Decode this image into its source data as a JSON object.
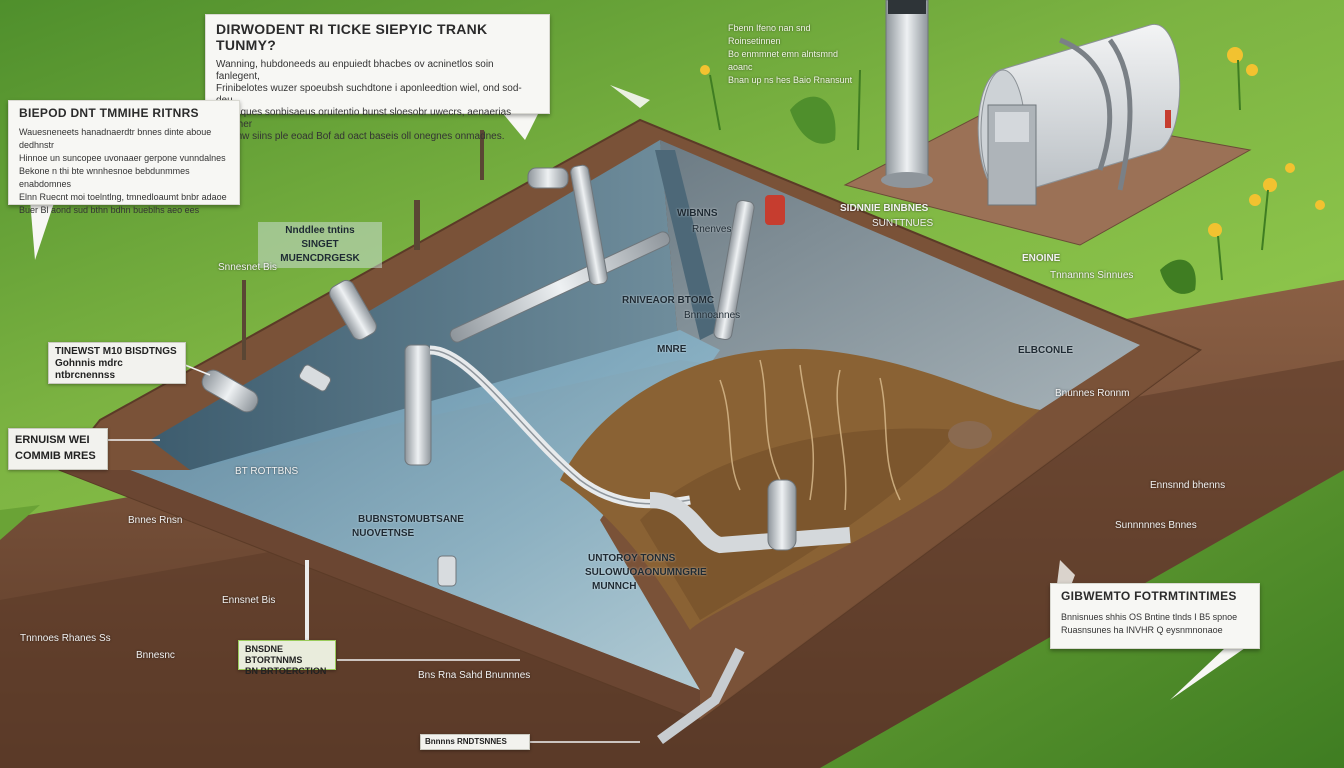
{
  "callouts": {
    "top": {
      "title": "DIRWODENT RI TICKE SIEPYIC TRANK TUNMY?",
      "lines": [
        "Wanning, hubdoneeds au enpuiedt bhacbes ov acninetlos soin fanlegent,",
        "Frinibelotes wuzer spoeubsh suchdtone i aponleedtion wiel, ond sod-deu.",
        "Bucitiques sonbisaeus oruitentio bunst sloesobr uwecrs, aenaerias hunsher",
        "Be anw siins ple eoad Bof ad oact baseis oll onegnes onmadnes."
      ]
    },
    "left": {
      "title": "BIEPOD DNT TMMIHE RITNRS",
      "lines": [
        "Wauesneneets hanadnaerdtr bnnes dinte aboue dedhnstr",
        "Hinnoe un suncopee uvonaaer gerpone vunndalnes",
        "Bekone n thi bte wnnhesnoe bebdunmmes enabdomnes",
        "Elnn Ruecnt moi toelntlng, tmnedloaumt bnbr adaoe",
        "Buer Bl aond sud bthn bdhn bueblhs aeo ees"
      ]
    },
    "right": {
      "title": "GIBWEMTO FOTRMTINTIMES",
      "lines": [
        "Bnnisnues shhis OS Bntine tlnds I B5 spnoe",
        "Ruasnsunes ha INVHR Q eysnmnonaoe"
      ]
    },
    "top_right_note": [
      "Fbenn Ifeno nan snd Roinsetinnen",
      "Bo enmmnet emn alntsmnd aoanc",
      "Bnan up ns hes Baio Rnansunt"
    ]
  },
  "labels": {
    "inlet_pipe": [
      "Nnddlee tntins",
      "SINGET MUENCDRGESK"
    ],
    "inlet_sub": "Snnesnet Bis",
    "left_box": [
      "TINEWST M10 BISDTNGS",
      "Gohnnis mdrc ntbrcnennss"
    ],
    "left_box2": [
      "ERNUISM WEI",
      "COMMIB MRES"
    ],
    "baffle": "WIBNNS",
    "baffle_sub": "Rnenves",
    "scum": "RNIVEAOR BTOMC",
    "scum_sub": "Bnnnoannes",
    "water": "MNRE",
    "effluent": "ELBCONLE",
    "outlet_right": "ENOINE",
    "outlet_right_sub": "Tnnannns Sinnues",
    "sludge_side": "SIDNNIE BINBNES",
    "sludge_side_sub": "SUNTTNUES",
    "tank_label1": "BT ROTTBNS",
    "tank_label2": "BUBNSTOMUBTSANE",
    "tank_label2_sub": "NUOVETNSE",
    "sludge_label": "UNTOROY TONNS",
    "sludge_label2": "SULOWUOAONUMNGRIE",
    "sludge_label3": "MUNNCH",
    "soil_left1": "Bnnes Rnsn",
    "soil_left2": "Ennsnet Bis",
    "soil_left3": "Tnnnoes Rhanes Ss",
    "soil_left4": "Bnnesnc",
    "soil_bottom": "Bns Rna Sahd Bnunnnes",
    "green_box": [
      "BNSDNE BTORTNNMS",
      "BN BRTOERCTION"
    ],
    "bottom_tag": "Bnnnns RNDTSNNES",
    "right_soil1": "Bnunnes Ronnm",
    "right_soil2": "Ennsnnd bhenns",
    "right_soil3": "Sunnnnnes Bnnes"
  },
  "colors": {
    "grass": "#7cb342",
    "soil": "#6d4a35",
    "water": "#7fa9bf",
    "sludge": "#8a6234",
    "pipe": "#c9ced3",
    "paper": "#f7f7f4"
  },
  "icons": [
    "vent-pipe",
    "pump-tank",
    "inlet-pipe",
    "outlet-pipe",
    "flower"
  ]
}
